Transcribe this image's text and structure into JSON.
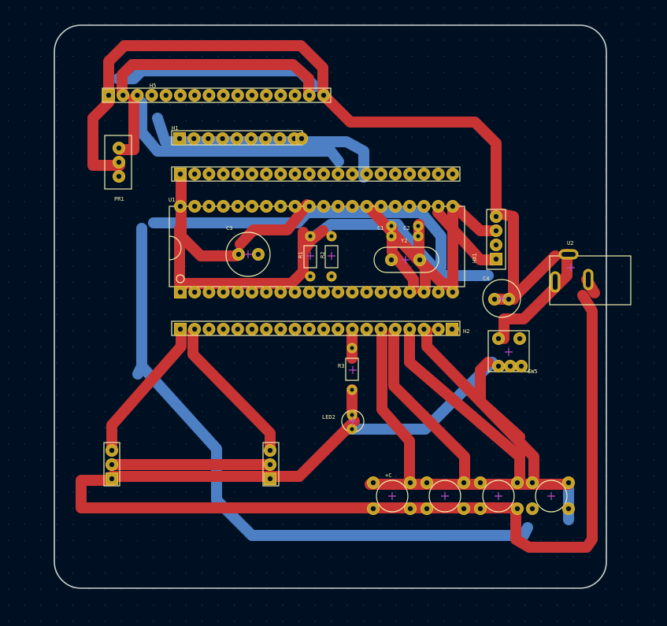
{
  "colors": {
    "background": "#001023",
    "grid": "#2e3a4d",
    "board_outline": "#d0d2cd",
    "front_copper": "#c83434",
    "back_copper": "#4d7fc4",
    "pad": "#c2a02a",
    "pad_ring": "#e3b72e",
    "silkscreen": "#f2eea8",
    "hole": "#001023",
    "marker": "#c24bc2"
  },
  "labels": {
    "h5": "H5",
    "h1": "H1",
    "u1": "U1",
    "pr1": "PR1",
    "c3": "C3",
    "r1": "R1",
    "r2": "R2",
    "c1": "C1",
    "c2": "C2",
    "y2": "Y2",
    "hx": "HX1",
    "c4": "C4",
    "u2": "U2",
    "h2": "H2",
    "r3": "R3",
    "led2": "LED2",
    "sw5": "SW5",
    "c5": "+C"
  }
}
